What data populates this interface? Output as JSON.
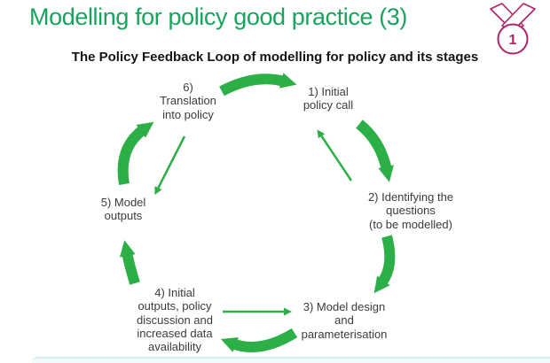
{
  "slide": {
    "title": "Modelling for policy good practice (3)",
    "subtitle": "The Policy Feedback Loop of modelling for policy and its stages",
    "badge_number": "1"
  },
  "colors": {
    "title_green": "#18a45f",
    "arrow_green": "#2caf46",
    "badge_pink": "#b02366",
    "label_text": "#3b3b3b"
  },
  "diagram": {
    "name": "policy-feedback-loop",
    "stages": [
      {
        "id": 1,
        "label": "1) Initial\npolicy call"
      },
      {
        "id": 2,
        "label": "2) Identifying the\nquestions\n(to be modelled)"
      },
      {
        "id": 3,
        "label": "3) Model design\nand\nparameterisation"
      },
      {
        "id": 4,
        "label": "4) Initial\noutputs, policy\ndiscussion and\nincreased data\navailability"
      },
      {
        "id": 5,
        "label": "5) Model\noutputs"
      },
      {
        "id": 6,
        "label": "6)\nTranslation\ninto policy"
      }
    ],
    "arrows": [
      {
        "from": 6,
        "to": 1,
        "style": "thick-flow"
      },
      {
        "from": 1,
        "to": 2,
        "style": "thick-flow"
      },
      {
        "from": 2,
        "to": 1,
        "style": "thin-feedback"
      },
      {
        "from": 2,
        "to": 3,
        "style": "thick-flow"
      },
      {
        "from": 3,
        "to": 4,
        "style": "thick-flow"
      },
      {
        "from": 4,
        "to": 3,
        "style": "thin-feedback"
      },
      {
        "from": 4,
        "to": 5,
        "style": "thick-flow"
      },
      {
        "from": 5,
        "to": 6,
        "style": "thick-flow"
      },
      {
        "from": 6,
        "to": 5,
        "style": "thin-feedback"
      }
    ]
  }
}
